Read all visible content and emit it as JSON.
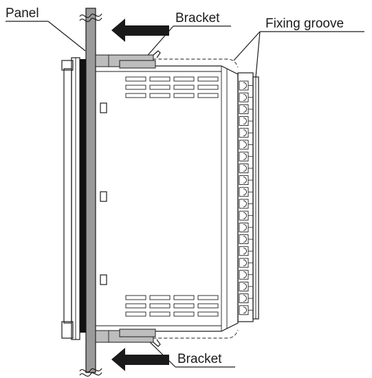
{
  "labels": {
    "panel": "Panel",
    "bracket_top": "Bracket",
    "bracket_bottom": "Bracket",
    "fixing_groove": "Fixing groove"
  },
  "colors": {
    "ink": "#1a1a1a",
    "panel_fill": "#9a9a9a",
    "bracket_fill": "#bdbdbd",
    "gasket_fill": "#111111"
  }
}
